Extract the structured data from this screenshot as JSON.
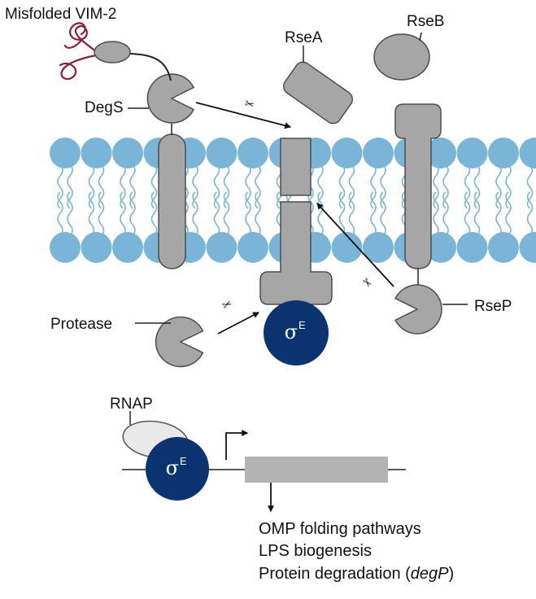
{
  "figure": {
    "labels": {
      "misfolded": "Misfolded VIM-2",
      "rsea": "RseA",
      "rseb": "RseB",
      "degs": "DegS",
      "protease": "Protease",
      "rsep": "RseP",
      "rnap": "RNAP"
    },
    "sigma": {
      "symbol": "σ",
      "superscript": "E"
    },
    "scissors_glyph": "✂",
    "outputs": {
      "line1": "OMP folding pathways",
      "line2": "LPS biogenesis",
      "line3_prefix": "Protein degradation (",
      "line3_gene": "degP",
      "line3_suffix": ")"
    },
    "colors": {
      "membrane_head": "#7ab5d8",
      "protein_fill": "#a6a6a6",
      "protein_stroke": "#4d4d4d",
      "sigma_fill": "#0b3370",
      "misfolded_chain": "#8a1c3c",
      "gene_bar": "#b3b3b3",
      "rnap_fill": "#e9e9e9"
    }
  }
}
